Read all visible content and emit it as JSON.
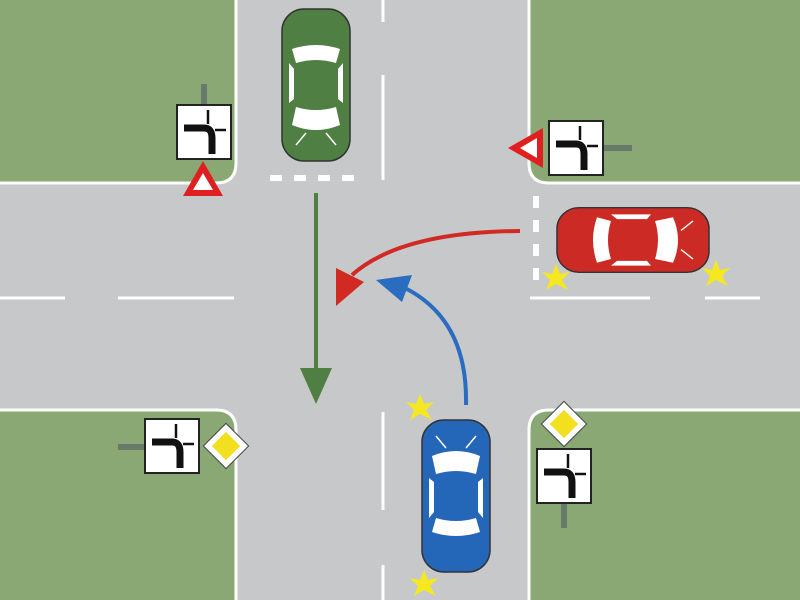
{
  "colors": {
    "grass": "#8aa873",
    "road": "#c6c8ca",
    "green_car": "#4f7f43",
    "red_car": "#cc2a24",
    "blue_car": "#2466b8",
    "green_arrow": "#4f7f43",
    "red_arrow": "#d02a22",
    "blue_arrow": "#2a6cc0",
    "yield_sign": "#e02020",
    "priority_sign": "#f2e020",
    "indicator": "#f5e820"
  },
  "signs": [
    {
      "type": "yield",
      "corner": "north-west"
    },
    {
      "type": "yield",
      "corner": "north-east"
    },
    {
      "type": "priority-road",
      "corner": "south-west"
    },
    {
      "type": "priority-road",
      "corner": "south-east"
    }
  ],
  "icons": [
    "priority-road-direction-icon",
    "yield-icon",
    "priority-road-icon",
    "turn-signal-icon"
  ]
}
